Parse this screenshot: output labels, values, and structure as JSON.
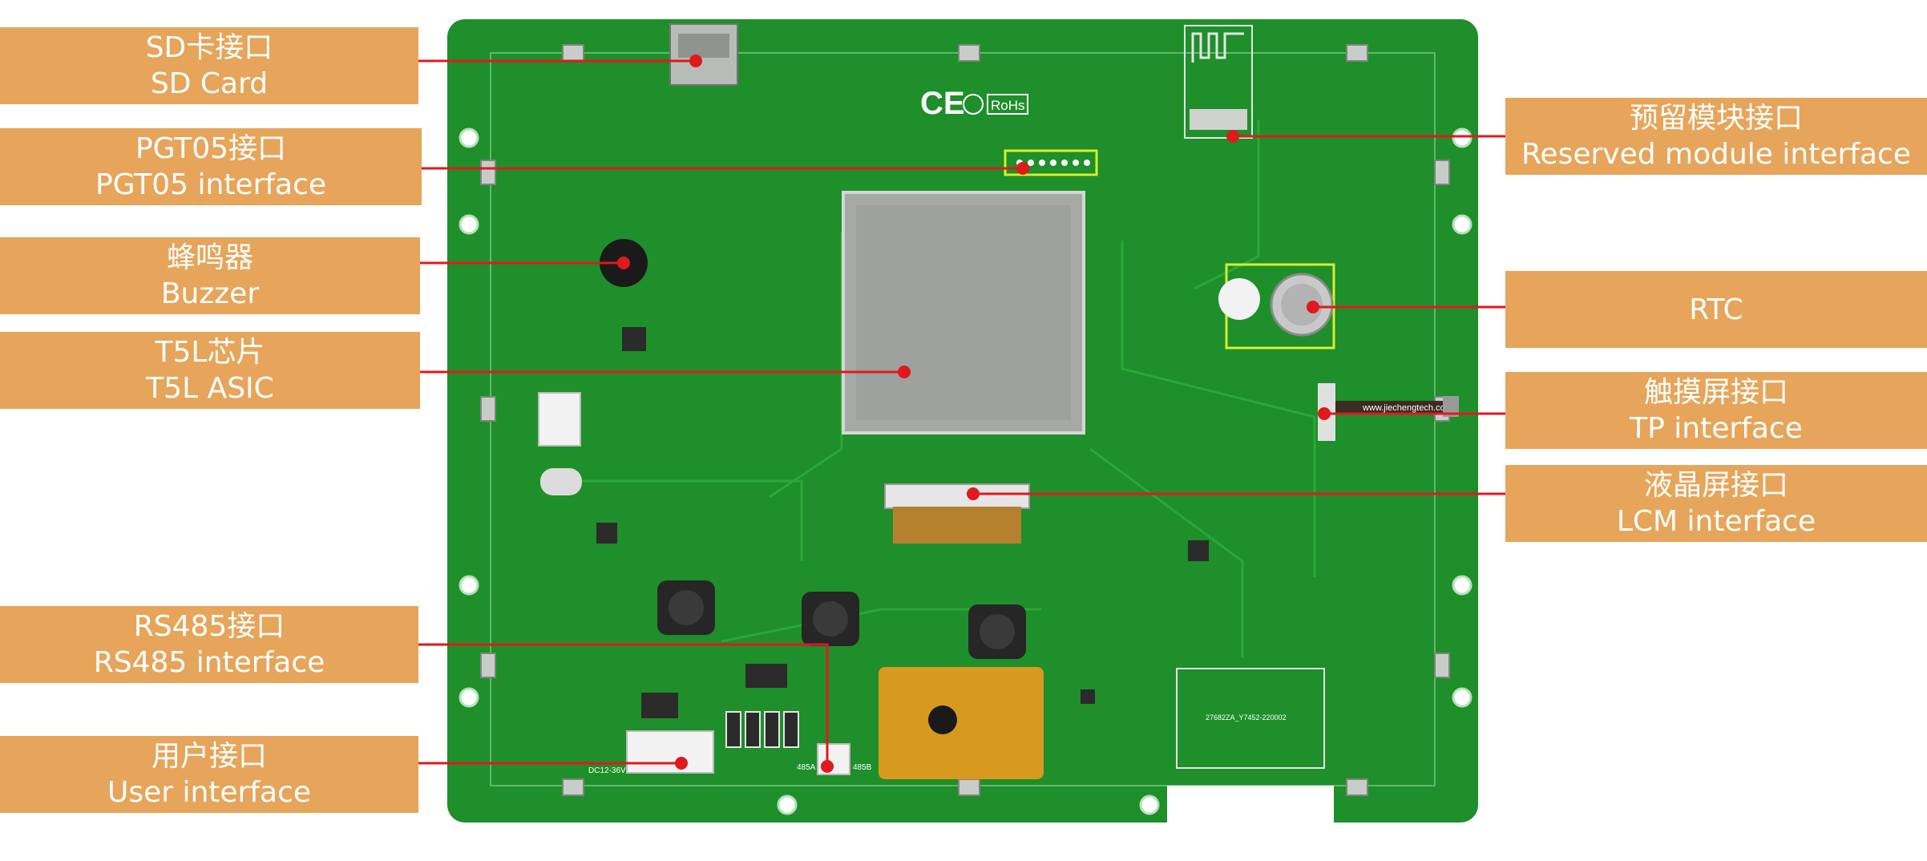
{
  "labels": {
    "sd_card": {
      "zh": "SD卡接口",
      "en": "SD Card"
    },
    "pgt05": {
      "zh": "PGT05接口",
      "en": "PGT05 interface"
    },
    "buzzer": {
      "zh": "蜂鸣器",
      "en": "Buzzer"
    },
    "t5l": {
      "zh": "T5L芯片",
      "en": "T5L ASIC"
    },
    "rs485": {
      "zh": "RS485接口",
      "en": "RS485 interface"
    },
    "user": {
      "zh": "用户接口",
      "en": "User interface"
    },
    "reserved": {
      "zh": "预留模块接口",
      "en": "Reserved module interface"
    },
    "rtc": {
      "en": "RTC"
    },
    "tp": {
      "zh": "触摸屏接口",
      "en": "TP interface"
    },
    "lcm": {
      "zh": "液晶屏接口",
      "en": "LCM interface"
    }
  },
  "board_marks": {
    "ce": "CE",
    "rohs": "RoHs",
    "url": "www.jiechengtech.com",
    "dc": "DC12-36V",
    "p485a": "485A",
    "p485b": "485B",
    "part_no": "27682ZA_Y7452-220002"
  },
  "colors": {
    "pcb": "#1e8f2a",
    "label_bg": "#e6a55a",
    "leader": "#e0191e",
    "highlight": "#d8ef2c"
  }
}
